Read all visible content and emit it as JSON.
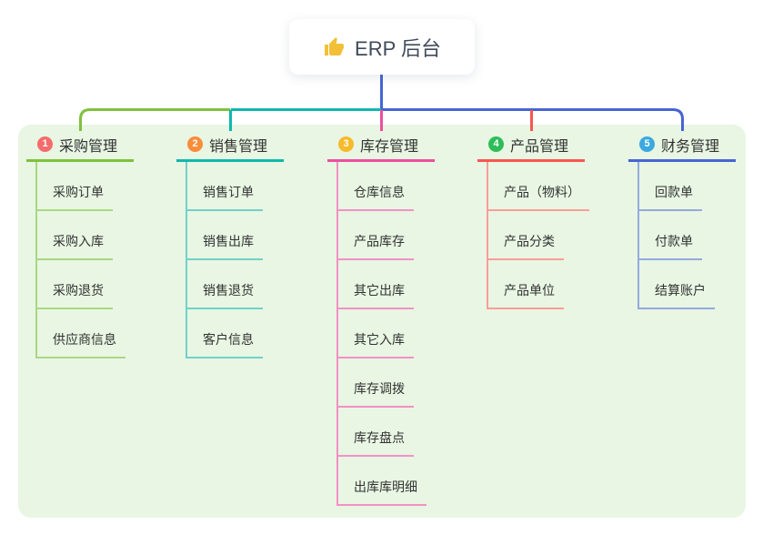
{
  "root": {
    "label": "ERP 后台",
    "icon": "thumbs-up"
  },
  "colors": {
    "panel_bg": "#e8f6e3",
    "root_line": "#4665d2",
    "text": "#333333",
    "root_text": "#3f4a5a",
    "node_bg": "#ffffff"
  },
  "branches": [
    {
      "index": "1",
      "label": "采购管理",
      "badge_color": "#f56c6c",
      "accent": "#7fc13c",
      "light": "#a9d884",
      "children": [
        "采购订单",
        "采购入库",
        "采购退货",
        "供应商信息"
      ]
    },
    {
      "index": "2",
      "label": "销售管理",
      "badge_color": "#fa8c3a",
      "accent": "#0fb8ab",
      "light": "#72d1c8",
      "children": [
        "销售订单",
        "销售出库",
        "销售退货",
        "客户信息"
      ]
    },
    {
      "index": "3",
      "label": "库存管理",
      "badge_color": "#f7ba2a",
      "accent": "#ec4f9f",
      "light": "#f391c5",
      "children": [
        "仓库信息",
        "产品库存",
        "其它出库",
        "其它入库",
        "库存调拨",
        "库存盘点",
        "出库库明细"
      ]
    },
    {
      "index": "4",
      "label": "产品管理",
      "badge_color": "#2dbd59",
      "accent": "#f9564f",
      "light": "#fa9d99",
      "children": [
        "产品（物料）",
        "产品分类",
        "产品单位"
      ]
    },
    {
      "index": "5",
      "label": "财务管理",
      "badge_color": "#3ba9e0",
      "accent": "#4665d2",
      "light": "#94aadf",
      "children": [
        "回款单",
        "付款单",
        "结算账户"
      ]
    }
  ]
}
